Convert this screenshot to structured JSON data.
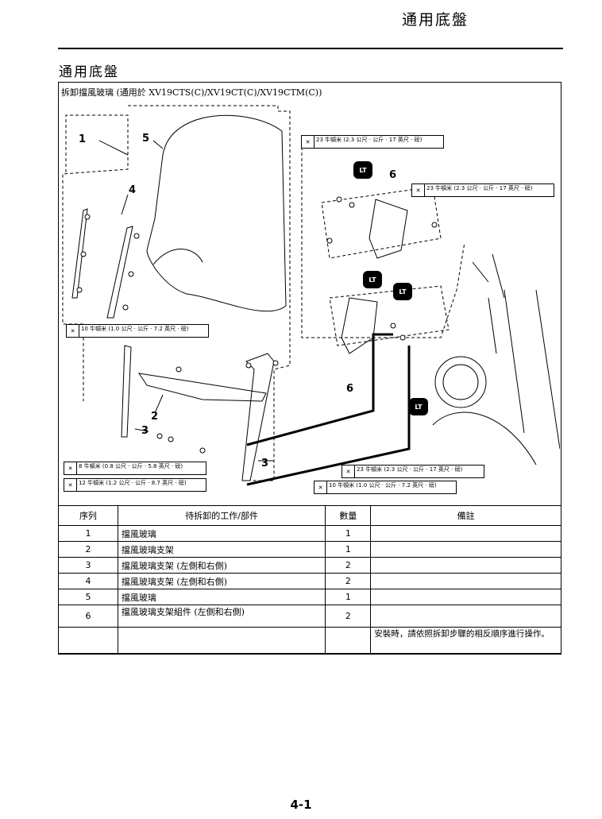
{
  "header": {
    "chapter": "通用底盤"
  },
  "section": {
    "title": "通用底盤"
  },
  "frame": {
    "title": "拆卸擋風玻璃 (通用於 XV19CTS(C)/XV19CT(C)/XV19CTM(C))"
  },
  "diagram": {
    "callouts": [
      "1",
      "5",
      "4",
      "6",
      "6",
      "2",
      "3",
      "3"
    ],
    "lt_marks": [
      "LT",
      "LT",
      "LT",
      "LT"
    ],
    "torque_specs": [
      "23 牛頓米 (2.3 公尺 · 公斤 · 17 英尺 · 磅)",
      "23 牛頓米 (2.3 公尺 · 公斤 · 17 英尺 · 磅)",
      "10 牛頓米 (1.0 公尺 · 公斤 · 7.2 英尺 · 磅)",
      "8 牛頓米 (0.8 公尺 · 公斤 · 5.8 英尺 · 磅)",
      "12 牛頓米 (1.2 公尺 · 公斤 · 8.7 英尺 · 磅)",
      "23 牛頓米 (2.3 公尺 · 公斤 · 17 英尺 · 磅)",
      "10 牛頓米 (1.0 公尺 · 公斤 · 7.2 英尺 · 磅)"
    ]
  },
  "table": {
    "headers": [
      "序列",
      "待拆卸的工作/部件",
      "數量",
      "備註"
    ],
    "rows": [
      {
        "seq": "1",
        "part": "擋風玻璃",
        "qty": "1",
        "note": ""
      },
      {
        "seq": "2",
        "part": "擋風玻璃支架",
        "qty": "1",
        "note": ""
      },
      {
        "seq": "3",
        "part": "擋風玻璃支架 (左側和右側)",
        "qty": "2",
        "note": ""
      },
      {
        "seq": "4",
        "part": "擋風玻璃支架 (左側和右側)",
        "qty": "2",
        "note": ""
      },
      {
        "seq": "5",
        "part": "擋風玻璃",
        "qty": "1",
        "note": ""
      },
      {
        "seq": "6",
        "part": "擋風玻璃支架組件 (左側和右側)",
        "qty": "2",
        "note": ""
      }
    ],
    "footer_note": "安裝時，請依照拆卸步驟的相反順序進行操作。"
  },
  "page": {
    "number": "4-1"
  }
}
